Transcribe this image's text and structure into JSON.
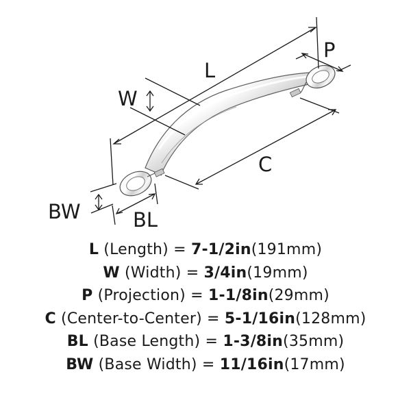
{
  "diagram": {
    "labels": {
      "L": "L",
      "W": "W",
      "P": "P",
      "C": "C",
      "BW": "BW",
      "BL": "BL"
    }
  },
  "specs": [
    {
      "code": "L",
      "name": " (Length) = ",
      "imperial": "7-1/2in",
      "metric": "(191mm)"
    },
    {
      "code": "W",
      "name": " (Width) = ",
      "imperial": "3/4in",
      "metric": "(19mm)"
    },
    {
      "code": "P",
      "name": " (Projection) = ",
      "imperial": "1-1/8in",
      "metric": "(29mm)"
    },
    {
      "code": "C",
      "name": " (Center-to-Center) = ",
      "imperial": "5-1/16in",
      "metric": "(128mm)"
    },
    {
      "code": "BL",
      "name": " (Base Length) = ",
      "imperial": "1-3/8in",
      "metric": "(35mm)"
    },
    {
      "code": "BW",
      "name": " (Base Width) = ",
      "imperial": "11/16in",
      "metric": "(17mm)"
    }
  ]
}
